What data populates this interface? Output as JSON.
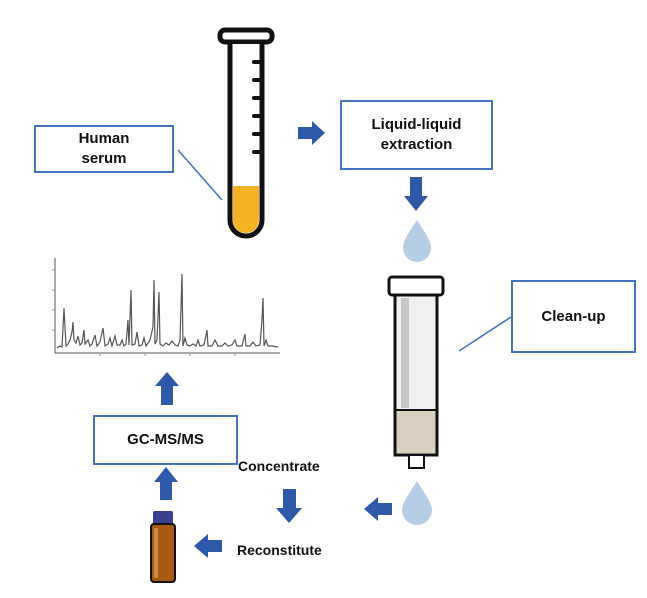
{
  "steps": {
    "human_serum": "Human\nserum",
    "lle": "Liquid-liquid\nextraction",
    "cleanup": "Clean-up",
    "gcms": "GC-MS/MS",
    "concentrate": "Concentrate",
    "reconstitute": "Reconstitute"
  },
  "colors": {
    "box_border": "#4472c4",
    "arrow": "#2e59a8",
    "serum": "#f5b324",
    "droplet": "#b6cde6",
    "sorbent": "#d8cfbf",
    "vial_glass": "#a85a12",
    "vial_cap": "#3a3f8f"
  }
}
